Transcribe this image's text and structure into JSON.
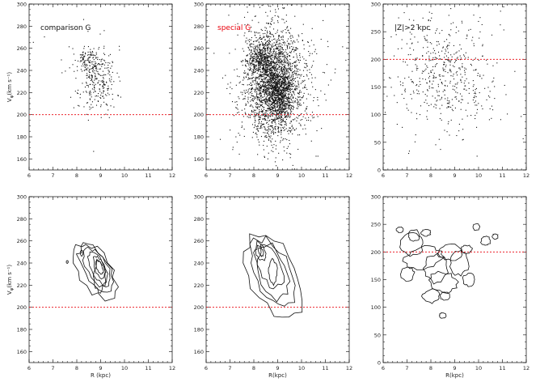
{
  "figure": {
    "colors": {
      "axis": "#000000",
      "points": "#111111",
      "contour": "#111111",
      "ref_line": "#e8000b",
      "label_red": "#e8000b"
    },
    "ylabel_text": "V",
    "ylabel_sub": "φ",
    "ylabel_unit": "(km s⁻¹)"
  },
  "chart_data": [
    {
      "id": "top-left",
      "type": "scatter",
      "title": "comparison G",
      "title_color": "#111111",
      "xlabel": "",
      "ylabel": "Vφ (km s⁻¹)",
      "xlim": [
        6,
        12
      ],
      "ylim": [
        150,
        300
      ],
      "xticks": [
        6,
        7,
        8,
        9,
        10,
        11,
        12
      ],
      "yticks": [
        160,
        180,
        200,
        220,
        240,
        260,
        280,
        300
      ],
      "reference_line_y": 200,
      "clusters": [
        {
          "cx": 8.9,
          "cy": 232,
          "sx": 0.38,
          "sy": 15,
          "n": 230,
          "seed": 11
        },
        {
          "cx": 8.6,
          "cy": 246,
          "sx": 0.25,
          "sy": 8,
          "n": 80,
          "seed": 12
        },
        {
          "cx": 8.25,
          "cy": 250,
          "sx": 0.06,
          "sy": 3,
          "n": 25,
          "seed": 13
        },
        {
          "cx": 8.8,
          "cy": 238,
          "sx": 0.9,
          "sy": 22,
          "n": 45,
          "seed": 14
        }
      ]
    },
    {
      "id": "top-middle",
      "type": "scatter",
      "title": "special G",
      "title_color": "#e8000b",
      "xlabel": "",
      "ylabel": "",
      "xlim": [
        6,
        12
      ],
      "ylim": [
        150,
        300
      ],
      "xticks": [
        6,
        7,
        8,
        9,
        10,
        11,
        12
      ],
      "yticks": [
        160,
        180,
        200,
        220,
        240,
        260,
        280,
        300
      ],
      "reference_line_y": 200,
      "clusters": [
        {
          "cx": 8.85,
          "cy": 228,
          "sx": 0.6,
          "sy": 25,
          "n": 2200,
          "seed": 21
        },
        {
          "cx": 8.3,
          "cy": 251,
          "sx": 0.28,
          "sy": 8,
          "n": 350,
          "seed": 22
        },
        {
          "cx": 9.0,
          "cy": 218,
          "sx": 0.35,
          "sy": 12,
          "n": 500,
          "seed": 23
        },
        {
          "cx": 8.9,
          "cy": 225,
          "sx": 1.1,
          "sy": 35,
          "n": 300,
          "seed": 24
        }
      ]
    },
    {
      "id": "top-right",
      "type": "scatter",
      "title": "|Z|>2 kpc",
      "title_color": "#111111",
      "xlabel": "",
      "ylabel": "",
      "xlim": [
        6,
        12
      ],
      "ylim": [
        0,
        300
      ],
      "xticks": [
        6,
        7,
        8,
        9,
        10,
        11,
        12
      ],
      "yticks": [
        0,
        50,
        100,
        150,
        200,
        250,
        300
      ],
      "reference_line_y": 200,
      "clusters": [
        {
          "cx": 8.4,
          "cy": 175,
          "sx": 1.0,
          "sy": 50,
          "n": 400,
          "seed": 31
        },
        {
          "cx": 9.2,
          "cy": 170,
          "sx": 1.6,
          "sy": 60,
          "n": 120,
          "seed": 32
        }
      ]
    },
    {
      "id": "bottom-left",
      "type": "contour",
      "title": "",
      "xlabel": "R (kpc)",
      "ylabel": "Vφ (km s⁻¹)",
      "xlim": [
        6,
        12
      ],
      "ylim": [
        150,
        300
      ],
      "xticks": [
        6,
        7,
        8,
        9,
        10,
        11,
        12
      ],
      "yticks": [
        160,
        180,
        200,
        220,
        240,
        260,
        280,
        300
      ],
      "reference_line_y": 200,
      "contours": [
        {
          "cx": 8.95,
          "cy": 236,
          "rx": 0.12,
          "ry": 7,
          "rot": -20
        },
        {
          "cx": 8.95,
          "cy": 236,
          "rx": 0.2,
          "ry": 11,
          "rot": -20
        },
        {
          "cx": 8.9,
          "cy": 236,
          "rx": 0.3,
          "ry": 16,
          "rot": -25
        },
        {
          "cx": 8.85,
          "cy": 236,
          "rx": 0.42,
          "ry": 20,
          "rot": -28
        },
        {
          "cx": 8.8,
          "cy": 235,
          "rx": 0.55,
          "ry": 24,
          "rot": -30
        },
        {
          "cx": 8.75,
          "cy": 233,
          "rx": 0.68,
          "ry": 29,
          "rot": -32
        },
        {
          "cx": 8.95,
          "cy": 228,
          "rx": 0.25,
          "ry": 14,
          "rot": 0
        },
        {
          "cx": 8.2,
          "cy": 249,
          "rx": 0.06,
          "ry": 2.5,
          "rot": 0
        },
        {
          "cx": 7.6,
          "cy": 241,
          "rx": 0.04,
          "ry": 1.2,
          "rot": 0
        }
      ]
    },
    {
      "id": "bottom-middle",
      "type": "contour",
      "title": "",
      "xlabel": "R(kpc)",
      "ylabel": "",
      "xlim": [
        6,
        12
      ],
      "ylim": [
        150,
        300
      ],
      "xticks": [
        6,
        7,
        8,
        9,
        10,
        11,
        12
      ],
      "yticks": [
        160,
        180,
        200,
        220,
        240,
        260,
        280,
        300
      ],
      "reference_line_y": 200,
      "contours": [
        {
          "cx": 8.3,
          "cy": 250,
          "rx": 0.1,
          "ry": 4,
          "rot": -20
        },
        {
          "cx": 8.3,
          "cy": 249,
          "rx": 0.2,
          "ry": 7,
          "rot": -20
        },
        {
          "cx": 8.8,
          "cy": 232,
          "rx": 0.18,
          "ry": 11,
          "rot": 0
        },
        {
          "cx": 8.7,
          "cy": 236,
          "rx": 0.45,
          "ry": 20,
          "rot": -20
        },
        {
          "cx": 8.75,
          "cy": 233,
          "rx": 0.62,
          "ry": 27,
          "rot": -22
        },
        {
          "cx": 8.8,
          "cy": 230,
          "rx": 0.8,
          "ry": 33,
          "rot": -24
        },
        {
          "cx": 8.85,
          "cy": 227,
          "rx": 1.0,
          "ry": 40,
          "rot": -25
        }
      ]
    },
    {
      "id": "bottom-right",
      "type": "contour",
      "title": "",
      "xlabel": "R(kpc)",
      "ylabel": "",
      "xlim": [
        6,
        12
      ],
      "ylim": [
        0,
        300
      ],
      "xticks": [
        6,
        7,
        8,
        9,
        10,
        11,
        12
      ],
      "yticks": [
        0,
        50,
        100,
        150,
        200,
        250,
        300
      ],
      "reference_line_y": 200,
      "contours": [
        {
          "cx": 7.2,
          "cy": 215,
          "rx": 0.5,
          "ry": 22,
          "rot": 0
        },
        {
          "cx": 7.3,
          "cy": 230,
          "rx": 0.25,
          "ry": 10,
          "rot": 0
        },
        {
          "cx": 7.7,
          "cy": 190,
          "rx": 0.8,
          "ry": 20,
          "rot": -10
        },
        {
          "cx": 8.2,
          "cy": 170,
          "rx": 0.5,
          "ry": 25,
          "rot": 0
        },
        {
          "cx": 8.5,
          "cy": 145,
          "rx": 0.6,
          "ry": 18,
          "rot": 10
        },
        {
          "cx": 8.8,
          "cy": 200,
          "rx": 0.5,
          "ry": 15,
          "rot": 0
        },
        {
          "cx": 9.2,
          "cy": 180,
          "rx": 0.4,
          "ry": 22,
          "rot": 0
        },
        {
          "cx": 8.0,
          "cy": 120,
          "rx": 0.35,
          "ry": 12,
          "rot": 0
        },
        {
          "cx": 8.6,
          "cy": 120,
          "rx": 0.2,
          "ry": 8,
          "rot": 0
        },
        {
          "cx": 8.5,
          "cy": 85,
          "rx": 0.15,
          "ry": 5,
          "rot": 0
        },
        {
          "cx": 9.9,
          "cy": 245,
          "rx": 0.15,
          "ry": 6,
          "rot": 0
        },
        {
          "cx": 10.3,
          "cy": 220,
          "rx": 0.2,
          "ry": 8,
          "rot": 0
        },
        {
          "cx": 10.7,
          "cy": 228,
          "rx": 0.12,
          "ry": 5,
          "rot": 0
        },
        {
          "cx": 6.7,
          "cy": 240,
          "rx": 0.15,
          "ry": 5,
          "rot": 0
        },
        {
          "cx": 9.6,
          "cy": 150,
          "rx": 0.25,
          "ry": 12,
          "rot": 0
        },
        {
          "cx": 7.0,
          "cy": 160,
          "rx": 0.3,
          "ry": 12,
          "rot": 0
        },
        {
          "cx": 9.5,
          "cy": 205,
          "rx": 0.25,
          "ry": 7,
          "rot": 0
        },
        {
          "cx": 7.8,
          "cy": 235,
          "rx": 0.2,
          "ry": 6,
          "rot": 0
        }
      ]
    }
  ]
}
